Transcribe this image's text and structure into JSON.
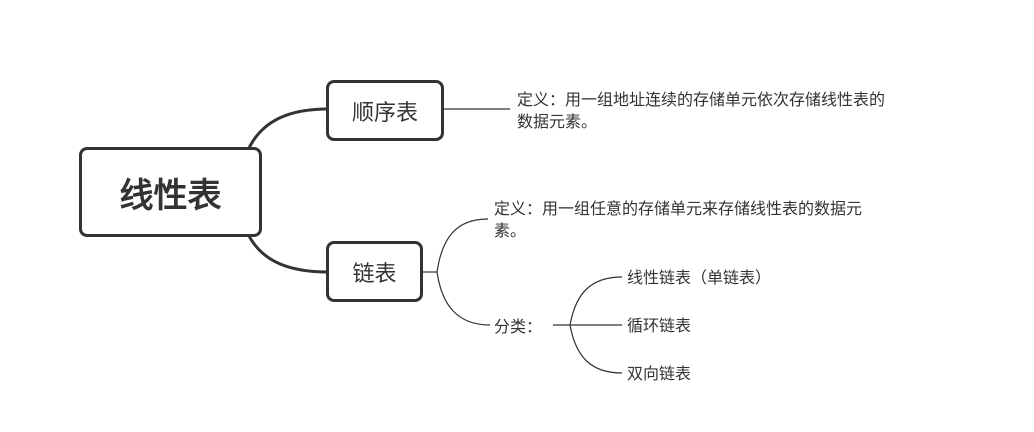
{
  "mindmap": {
    "root": {
      "label": "线性表"
    },
    "sequential": {
      "label": "顺序表",
      "definition": "定义：用一组地址连续的存储单元依次存储线性表的数据元素。"
    },
    "linked": {
      "label": "链表",
      "definition": "定义：用一组任意的存储单元来存储线性表的数据元素。",
      "category_label": "分类：",
      "categories": [
        "线性链表（单链表）",
        "循环链表",
        "双向链表"
      ]
    }
  },
  "colors": {
    "line": "#333333",
    "text": "#333333",
    "background": "#ffffff"
  }
}
